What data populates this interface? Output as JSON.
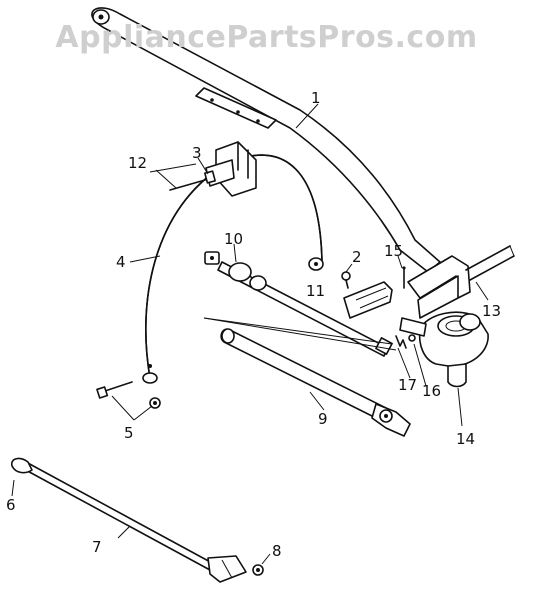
{
  "watermark": "AppliancePartsPros.com",
  "callouts": {
    "p1": "1",
    "p2": "2",
    "p3": "3",
    "p4": "4",
    "p5": "5",
    "p6": "6",
    "p7": "7",
    "p8": "8",
    "p9": "9",
    "p10": "10",
    "p11": "11",
    "p12": "12",
    "p13": "13",
    "p14": "14",
    "p15": "15",
    "p16": "16",
    "p17": "17"
  }
}
